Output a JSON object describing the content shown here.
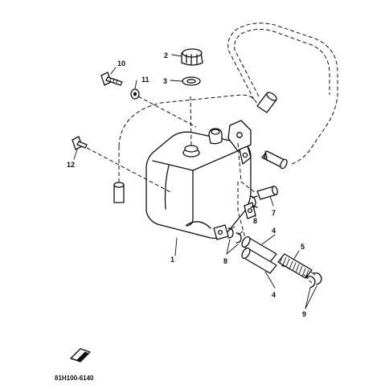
{
  "callouts": {
    "c1": "1",
    "c2": "2",
    "c3": "3",
    "c4a": "4",
    "c4b": "4",
    "c5": "5",
    "c6": "6",
    "c7": "7",
    "c8a": "8",
    "c8b": "8",
    "c9": "9",
    "c10": "10",
    "c11": "11",
    "c12": "12"
  },
  "diagram_code": "81H100-6140",
  "icons": {
    "logo": "book-corner-icon"
  }
}
